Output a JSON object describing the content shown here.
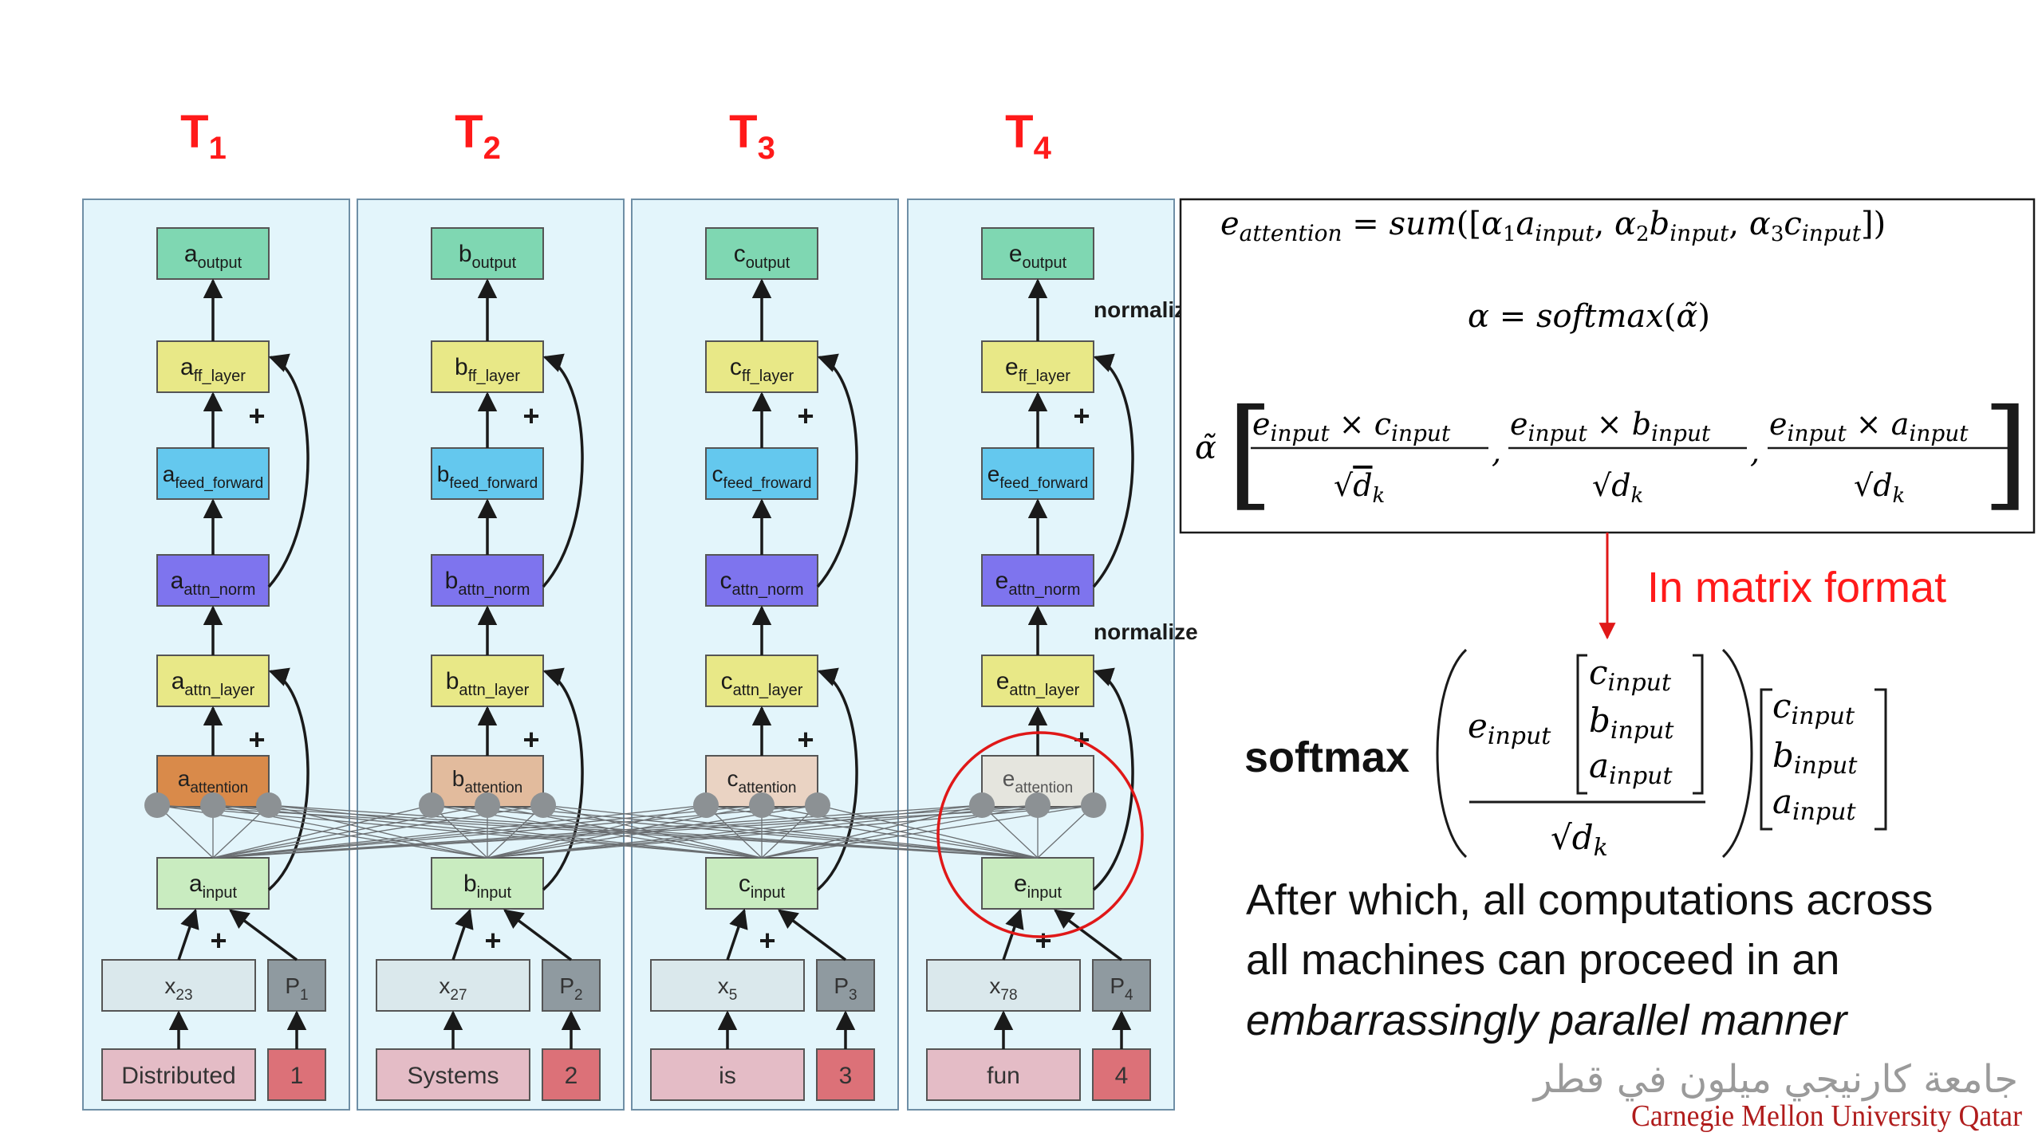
{
  "colors": {
    "column_bg": "#e3f5fb",
    "column_border": "#6f8fa6",
    "output_box": "#7fd7b2",
    "layer_box": "#e8e887",
    "feed_forward_box": "#64c8ee",
    "attn_norm_box": "#7e74ee",
    "input_box": "#c9ecc0",
    "token_box": "#dae8ec",
    "pos_box": "#8f9aa0",
    "word_box": "#e4bcc6",
    "num_box": "#dc7178",
    "dot_gray": "#8c9194",
    "accent_red": "#ff1a1a"
  },
  "columns": [
    {
      "title_letter": "T",
      "title_sub": "1",
      "letter": "a",
      "word": "Distributed",
      "pos_num": "1",
      "token_sub": "23",
      "pos_sub": "1",
      "ff_sub": "feed_forward",
      "attention_color": "#d98a4a",
      "attention_text_color": "#222"
    },
    {
      "title_letter": "T",
      "title_sub": "2",
      "letter": "b",
      "word": "Systems",
      "pos_num": "2",
      "token_sub": "27",
      "pos_sub": "2",
      "ff_sub": "feed_forward",
      "attention_color": "#e2bb9d",
      "attention_text_color": "#222"
    },
    {
      "title_letter": "T",
      "title_sub": "3",
      "letter": "c",
      "word": "is",
      "pos_num": "3",
      "token_sub": "5",
      "pos_sub": "3",
      "ff_sub": "feed_froward",
      "attention_color": "#ead3c3",
      "attention_text_color": "#222"
    },
    {
      "title_letter": "T",
      "title_sub": "4",
      "letter": "e",
      "word": "fun",
      "pos_num": "4",
      "token_sub": "78",
      "pos_sub": "4",
      "ff_sub": "feed_forward",
      "attention_color": "#e5e5de",
      "attention_text_color": "#555"
    }
  ],
  "node_labels": {
    "output_sub": "output",
    "ff_layer_sub": "ff_layer",
    "attn_norm_sub": "attn_norm",
    "attn_layer_sub": "attn_layer",
    "attention_sub": "attention",
    "input_sub": "input",
    "token_letter": "x",
    "pos_letter": "P",
    "plus": "+"
  },
  "normalize_label": "normalize",
  "formula_box": {
    "eq1": "e_attention = sum([α₁a_input, α₂b_input, α₃c_input])",
    "eq2": "α = softmax(α̃)",
    "eq3": "α̃ [ (e_input × c_input)/√d_k , (e_input × b_input)/√d_k , (e_input × a_input)/√d_k ]"
  },
  "matrix_format_label": "In matrix format",
  "softmax_label": "softmax",
  "description": {
    "line1": "After which, all computations across",
    "line2": "all machines can proceed in an",
    "line3": "embarrassingly parallel manner"
  },
  "logo": {
    "arabic": "جامعة كارنيجي ميلون في قطر",
    "english": "Carnegie Mellon University Qatar"
  }
}
